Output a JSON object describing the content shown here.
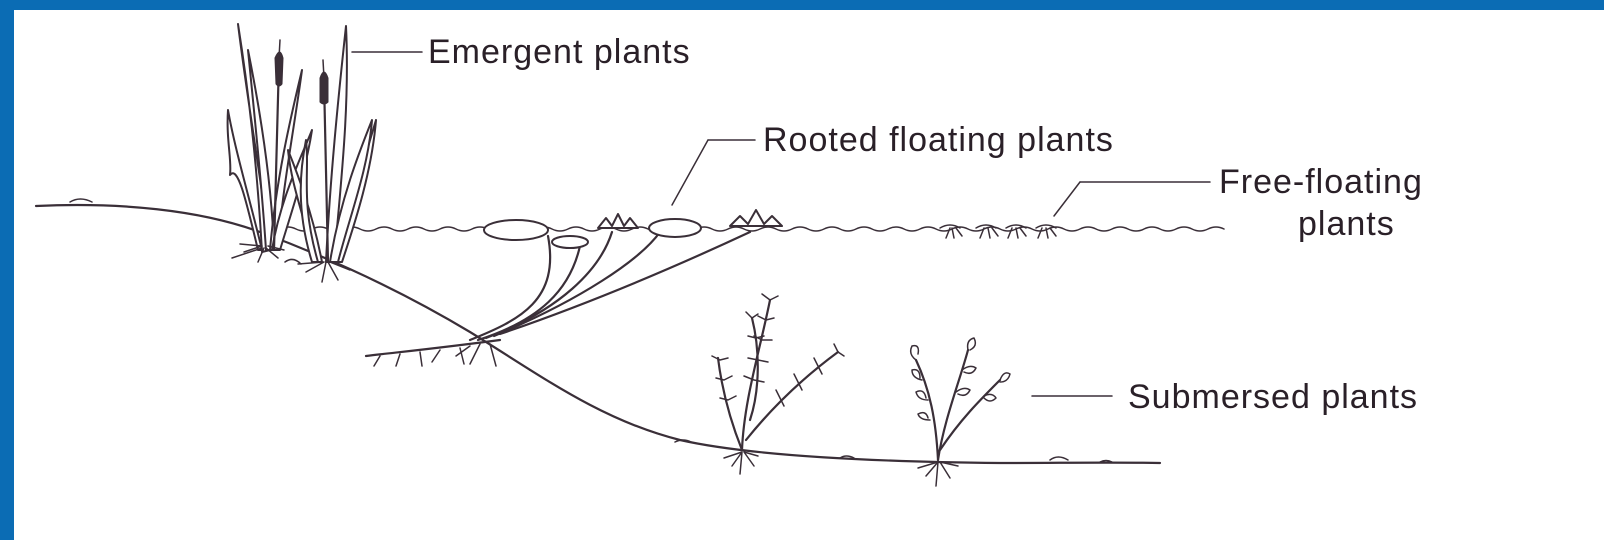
{
  "labels": {
    "emergent": "Emergent plants",
    "rooted_floating": "Rooted floating plants",
    "free_floating_line1": "Free-floating",
    "free_floating_line2": "plants",
    "submersed": "Submersed plants"
  },
  "colors": {
    "frame_border": "#0b6cb4",
    "background": "#ffffff",
    "ink": "#3a2f38"
  }
}
